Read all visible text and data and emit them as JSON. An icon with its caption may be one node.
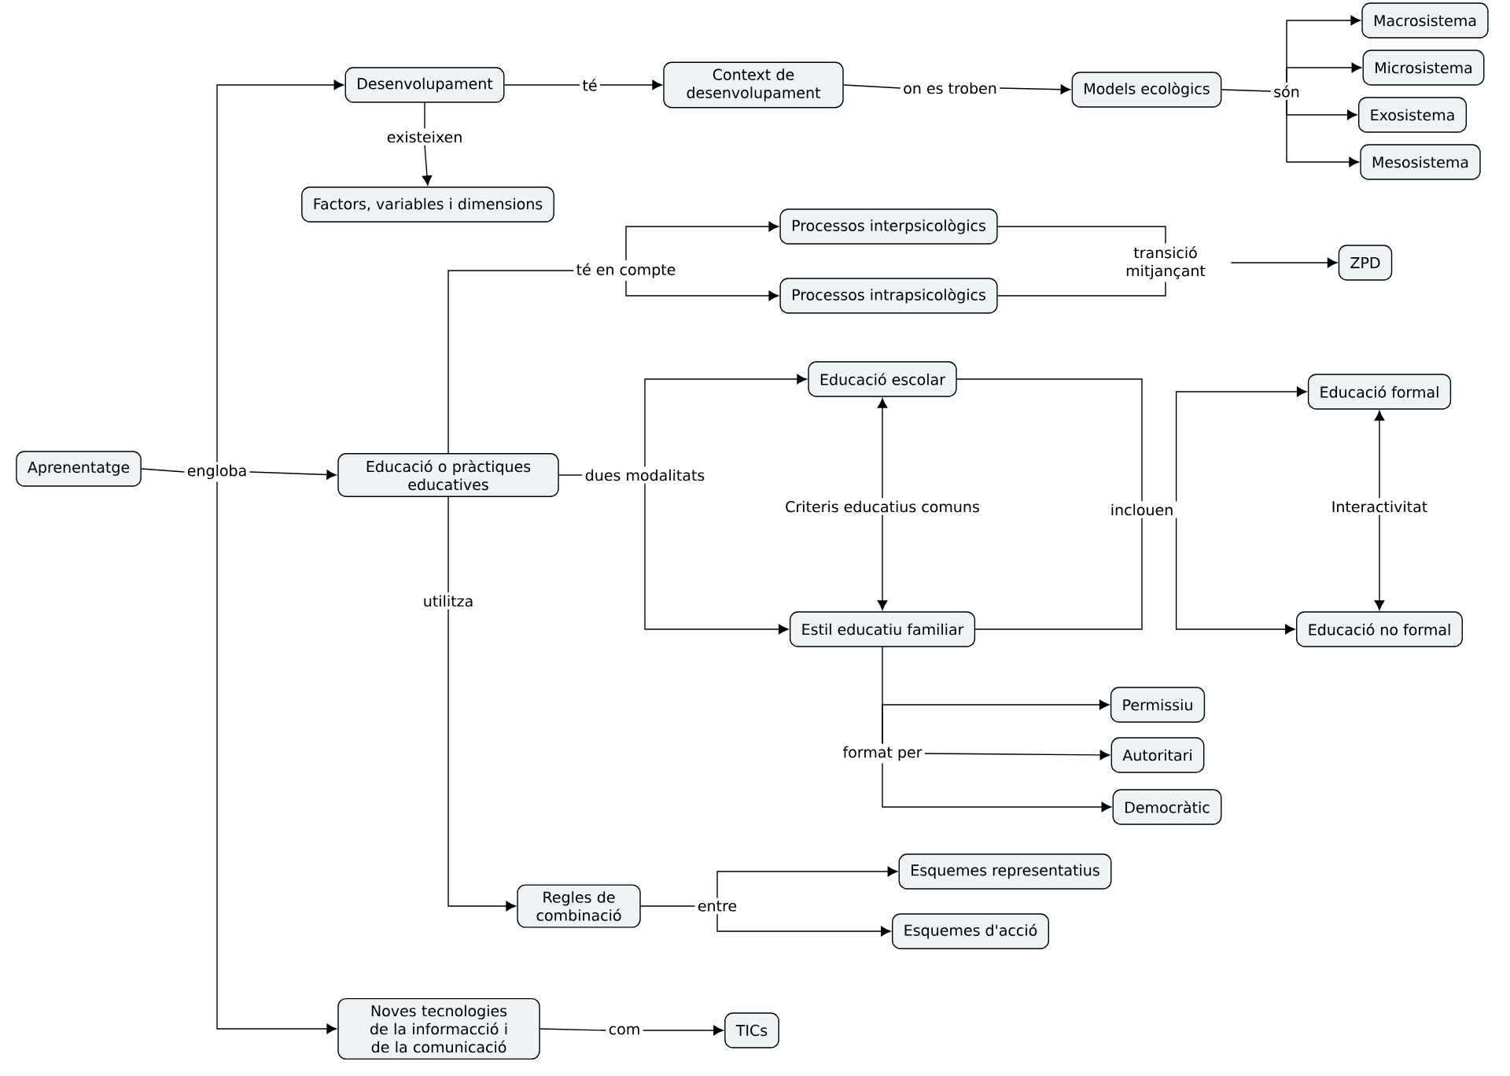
{
  "diagram": {
    "nodes": [
      {
        "text": [
          "Aprenentatge"
        ]
      },
      {
        "text": [
          "engloba"
        ]
      },
      {
        "text": [
          "Desenvolupament"
        ]
      },
      {
        "text": [
          "té"
        ]
      },
      {
        "text": [
          "Context de desenvolupament"
        ]
      },
      {
        "text": [
          "on es troben"
        ]
      },
      {
        "text": [
          "Models ecològics"
        ]
      },
      {
        "text": [
          "són"
        ]
      },
      {
        "text": [
          "Macrosistema"
        ]
      },
      {
        "text": [
          "Microsistema"
        ]
      },
      {
        "text": [
          "Exosistema"
        ]
      },
      {
        "text": [
          "Mesosistema"
        ]
      },
      {
        "text": [
          "existeixen"
        ]
      },
      {
        "text": [
          "Factors, variables i dimensions"
        ]
      },
      {
        "text": [
          "Educació o pràctiques educatives"
        ]
      },
      {
        "text": [
          "té en compte"
        ]
      },
      {
        "text": [
          "Processos interpsicològics"
        ]
      },
      {
        "text": [
          "Processos intrapsicològics"
        ]
      },
      {
        "text": [
          "transició mitjançant"
        ]
      },
      {
        "text": [
          "ZPD"
        ]
      },
      {
        "text": [
          "dues modalitats"
        ]
      },
      {
        "text": [
          "Educació escolar"
        ]
      },
      {
        "text": [
          "Estil educatiu familiar"
        ]
      },
      {
        "text": [
          "Criteris educatius comuns"
        ]
      },
      {
        "text": [
          "inclouen"
        ]
      },
      {
        "text": [
          "Educació formal"
        ]
      },
      {
        "text": [
          "Educació no formal"
        ]
      },
      {
        "text": [
          "Interactivitat"
        ]
      },
      {
        "text": [
          "format per"
        ]
      },
      {
        "text": [
          "Permissiu"
        ]
      },
      {
        "text": [
          "Autoritari"
        ]
      },
      {
        "text": [
          "Democràtic"
        ]
      },
      {
        "text": [
          "utilitza"
        ]
      },
      {
        "text": [
          "Regles de combinació"
        ]
      },
      {
        "text": [
          "entre"
        ]
      },
      {
        "text": [
          "Esquemes representatius"
        ]
      },
      {
        "text": [
          "Esquemes d'acció"
        ]
      },
      {
        "text": [
          "Noves tecnologies de la informacció i de la comunicació"
        ]
      },
      {
        "text": [
          "com"
        ]
      },
      {
        "text": [
          "TICs"
        ]
      }
    ],
    "edges": [
      {
        "from": 0,
        "to": 1,
        "arrow": "none"
      },
      {
        "from": 1,
        "to": 2,
        "arrow": "to"
      },
      {
        "from": 1,
        "to": 14,
        "arrow": "to"
      },
      {
        "from": 1,
        "to": 37,
        "arrow": "to"
      },
      {
        "from": 2,
        "to": 3,
        "arrow": "none"
      },
      {
        "from": 3,
        "to": 4,
        "arrow": "to"
      },
      {
        "from": 2,
        "to": 12,
        "arrow": "none"
      },
      {
        "from": 12,
        "to": 13,
        "arrow": "to"
      },
      {
        "from": 4,
        "to": 5,
        "arrow": "none"
      },
      {
        "from": 5,
        "to": 6,
        "arrow": "to"
      },
      {
        "from": 6,
        "to": 7,
        "arrow": "none"
      },
      {
        "from": 7,
        "to": 8,
        "arrow": "to"
      },
      {
        "from": 7,
        "to": 9,
        "arrow": "to"
      },
      {
        "from": 7,
        "to": 10,
        "arrow": "to"
      },
      {
        "from": 7,
        "to": 11,
        "arrow": "to"
      },
      {
        "from": 14,
        "to": 15,
        "arrow": "none"
      },
      {
        "from": 15,
        "to": 16,
        "arrow": "to"
      },
      {
        "from": 15,
        "to": 17,
        "arrow": "to"
      },
      {
        "from": 16,
        "to": 18,
        "arrow": "none"
      },
      {
        "from": 17,
        "to": 18,
        "arrow": "none"
      },
      {
        "from": 18,
        "to": 19,
        "arrow": "to"
      },
      {
        "from": 14,
        "to": 20,
        "arrow": "none"
      },
      {
        "from": 20,
        "to": 21,
        "arrow": "to"
      },
      {
        "from": 20,
        "to": 22,
        "arrow": "to"
      },
      {
        "from": 23,
        "to": 21,
        "arrow": "to"
      },
      {
        "from": 23,
        "to": 22,
        "arrow": "to"
      },
      {
        "from": 21,
        "to": 24,
        "arrow": "none"
      },
      {
        "from": 22,
        "to": 24,
        "arrow": "none"
      },
      {
        "from": 24,
        "to": 25,
        "arrow": "to"
      },
      {
        "from": 24,
        "to": 26,
        "arrow": "to"
      },
      {
        "from": 27,
        "to": 25,
        "arrow": "to"
      },
      {
        "from": 27,
        "to": 26,
        "arrow": "to"
      },
      {
        "from": 22,
        "to": 28,
        "arrow": "none"
      },
      {
        "from": 28,
        "to": 29,
        "arrow": "to"
      },
      {
        "from": 28,
        "to": 30,
        "arrow": "to"
      },
      {
        "from": 28,
        "to": 31,
        "arrow": "to"
      },
      {
        "from": 14,
        "to": 32,
        "arrow": "none"
      },
      {
        "from": 32,
        "to": 33,
        "arrow": "to"
      },
      {
        "from": 33,
        "to": 34,
        "arrow": "none"
      },
      {
        "from": 34,
        "to": 35,
        "arrow": "to"
      },
      {
        "from": 34,
        "to": 36,
        "arrow": "to"
      },
      {
        "from": 37,
        "to": 38,
        "arrow": "none"
      },
      {
        "from": 38,
        "to": 39,
        "arrow": "to"
      }
    ]
  }
}
